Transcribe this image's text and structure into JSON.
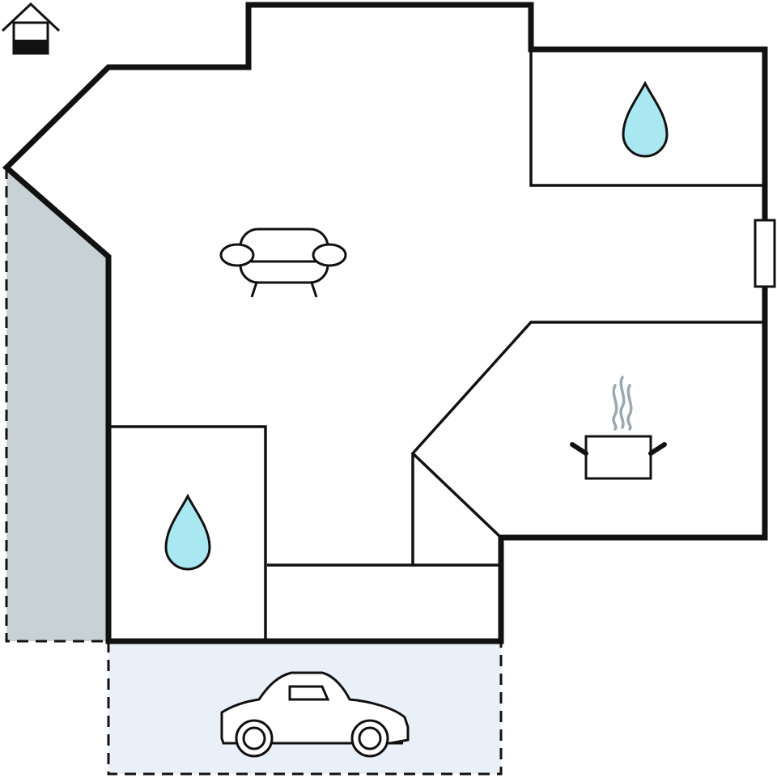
{
  "colors": {
    "wall": "#111111",
    "background": "#ffffff",
    "terrace_fill": "#c8d1d6",
    "garage_fill": "#eaf0f7",
    "water_fill": "#a9e8f0",
    "steam": "#9aa8b0"
  },
  "legend": {
    "icon": "house-floor-icon"
  },
  "rooms": [
    {
      "id": "living-room",
      "icon": "sofa-icon"
    },
    {
      "id": "bathroom-upper",
      "icon": "water-drop-icon"
    },
    {
      "id": "kitchen",
      "icon": "cooking-pot-icon"
    },
    {
      "id": "bathroom-lower",
      "icon": "water-drop-icon"
    },
    {
      "id": "hallway",
      "icon": ""
    },
    {
      "id": "storage",
      "icon": ""
    },
    {
      "id": "garage",
      "icon": "car-icon"
    },
    {
      "id": "terrace",
      "icon": ""
    }
  ],
  "openings": [
    {
      "id": "window-east",
      "icon": "window-icon"
    }
  ]
}
